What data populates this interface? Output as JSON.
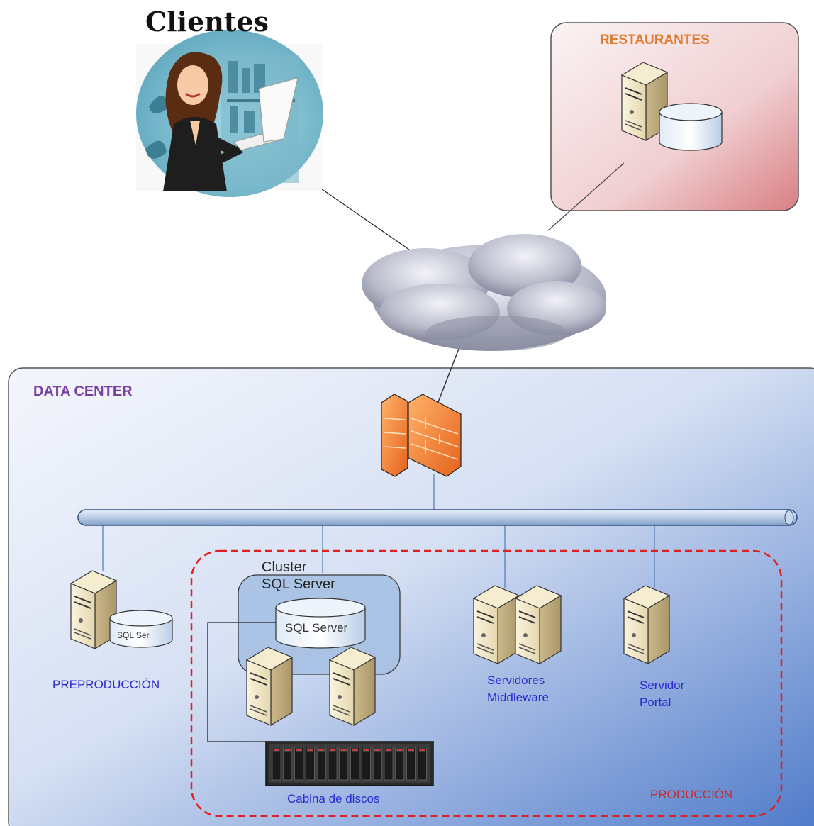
{
  "clients": {
    "title": "Clientes"
  },
  "restaurants": {
    "title": "RESTAURANTES"
  },
  "data_center": {
    "title": "DATA CENTER"
  },
  "cluster": {
    "line1": "Cluster",
    "line2": "SQL Server",
    "db_label": "SQL Server"
  },
  "preproduction": {
    "db_label": "SQL Ser.",
    "label": "PREPRODUCCIÓN"
  },
  "middleware": {
    "line1": "Servidores",
    "line2": "Middleware"
  },
  "portal": {
    "line1": "Servidor",
    "line2": "Portal"
  },
  "storage": {
    "label": "Cabina de discos"
  },
  "production": {
    "label": "PRODUCCIÓN"
  },
  "colors": {
    "restaurants_accent": "#e07b30",
    "data_center_accent": "#7a3fa3",
    "node_label": "#2a2ad0",
    "production_border": "#e02020"
  },
  "icons": [
    "woman-with-laptop-illustration",
    "server-icon",
    "database-icon",
    "cloud-icon",
    "firewall-icon",
    "disk-array-icon",
    "network-bus"
  ]
}
